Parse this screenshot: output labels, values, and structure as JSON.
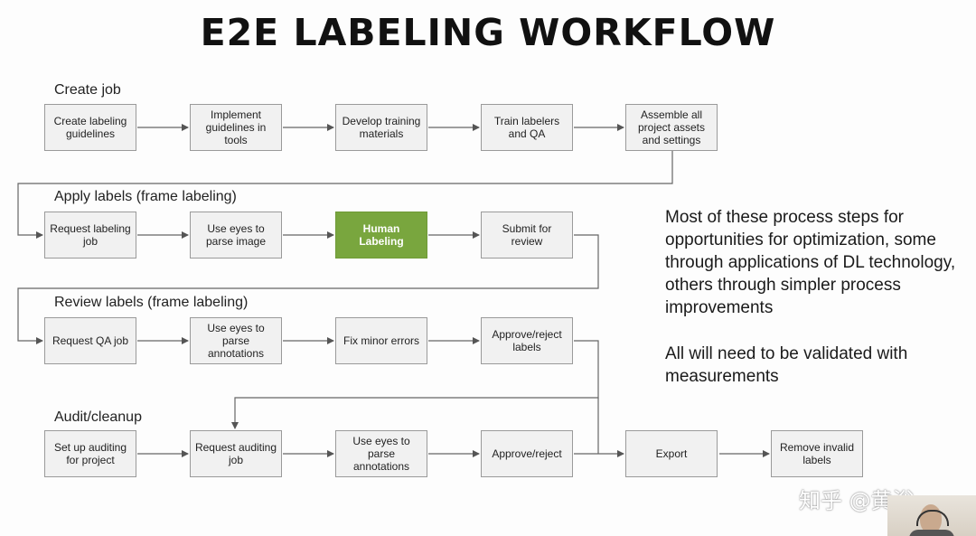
{
  "title": "E2E LABELING WORKFLOW",
  "sections": {
    "create_job": "Create job",
    "apply_labels": "Apply labels (frame labeling)",
    "review_labels": "Review labels (frame labeling)",
    "audit": "Audit/cleanup"
  },
  "steps": {
    "create_guidelines": "Create labeling guidelines",
    "implement_guidelines": "Implement guidelines in tools",
    "develop_training": "Develop training materials",
    "train_labelers": "Train labelers and QA",
    "assemble_assets": "Assemble all project assets and settings",
    "request_labeling": "Request labeling job",
    "parse_image": "Use eyes to parse image",
    "human_labeling": "Human Labeling",
    "submit_review": "Submit for review",
    "request_qa": "Request QA job",
    "parse_annotations_review": "Use eyes to parse annotations",
    "fix_errors": "Fix minor errors",
    "approve_reject_labels": "Approve/reject labels",
    "setup_auditing": "Set up auditing for project",
    "request_auditing": "Request auditing job",
    "parse_annotations_audit": "Use eyes to parse annotations",
    "approve_reject": "Approve/reject",
    "export": "Export",
    "remove_invalid": "Remove invalid labels"
  },
  "notes": {
    "optimization": "Most of these process steps for opportunities for optimization, some through applications of DL technology, others through simpler process improvements",
    "validation": "All will need to be validated with measurements"
  },
  "watermark": "知乎 @黄浴",
  "colors": {
    "highlight": "#79a63e",
    "box_fill": "#f1f1f1",
    "box_border": "#9a9a9a",
    "connector": "#666666"
  }
}
